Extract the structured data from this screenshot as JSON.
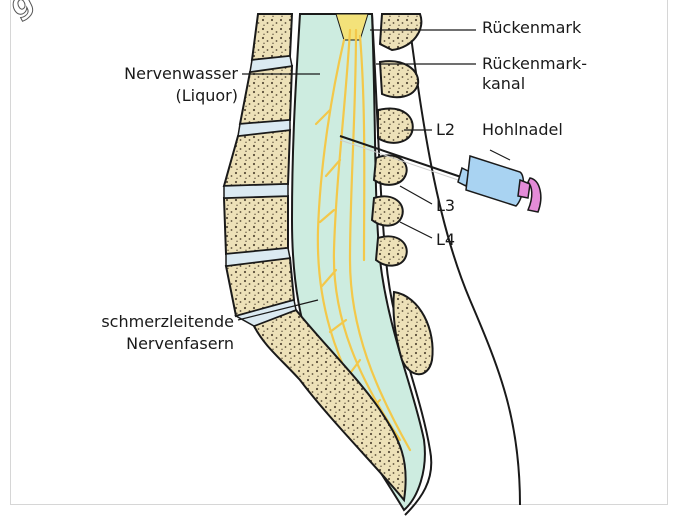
{
  "watermark": "g v",
  "labels": {
    "rueckenmark": "Rückenmark",
    "rueckenmarkkanal_1": "Rückenmark-",
    "rueckenmarkkanal_2": "kanal",
    "nervenwasser_1": "Nervenwasser",
    "nervenwasser_2": "(Liquor)",
    "l2": "L2",
    "l3": "L3",
    "l4": "L4",
    "hohlnadel": "Hohlnadel",
    "schmerz_1": "schmerzleitende",
    "schmerz_2": "Nervenfasern"
  },
  "colors": {
    "bone": "#ede1b8",
    "bone_spots": "#5a4e3a",
    "disc": "#dbeaf2",
    "liquor": "#cdece0",
    "nerve": "#f3e27a",
    "outline": "#1a1a1a",
    "syringe_body": "#a9d3f2",
    "plunger": "#e48bd8"
  }
}
